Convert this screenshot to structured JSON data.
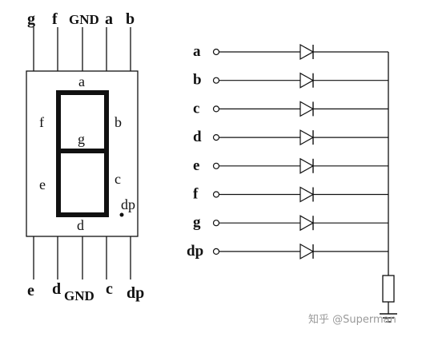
{
  "display": {
    "top_pins": [
      "g",
      "f",
      "GND",
      "a",
      "b"
    ],
    "bottom_pins": [
      "e",
      "d",
      "GND",
      "c",
      "dp"
    ],
    "segment_labels": {
      "a": "a",
      "b": "b",
      "c": "c",
      "d": "d",
      "e": "e",
      "f": "f",
      "g": "g",
      "dp": "dp"
    }
  },
  "circuit": {
    "rows": [
      "a",
      "b",
      "c",
      "d",
      "e",
      "f",
      "g",
      "dp"
    ]
  },
  "watermark": {
    "text": "知乎 @Superman"
  },
  "colors": {
    "stroke": "#111111",
    "segment": "#111111",
    "watermark": "#9a9a9a"
  }
}
